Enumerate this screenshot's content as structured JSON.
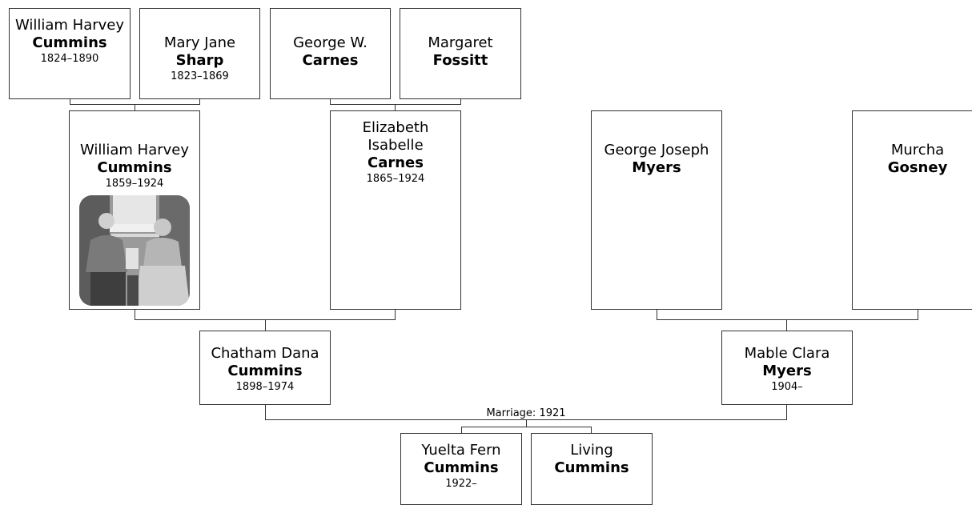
{
  "persons": {
    "ggp1": {
      "given": "William Harvey",
      "surname": "Cummins",
      "dates": "1824–1890"
    },
    "ggp2": {
      "given": "Mary Jane",
      "surname": "Sharp",
      "dates": "1823–1869"
    },
    "ggp3": {
      "given": "George W.",
      "surname": "Carnes",
      "dates": ""
    },
    "ggp4": {
      "given": "Margaret",
      "surname": "Fossitt",
      "dates": ""
    },
    "gp1": {
      "given": "William Harvey",
      "surname": "Cummins",
      "dates": "1859–1924"
    },
    "gp2": {
      "given": "Elizabeth Isabelle",
      "surname": "Carnes",
      "dates": "1865–1924"
    },
    "gp3": {
      "given": "George Joseph",
      "surname": "Myers",
      "dates": ""
    },
    "gp4": {
      "given": "Murcha",
      "surname": "Gosney",
      "dates": ""
    },
    "father": {
      "given": "Chatham Dana",
      "surname": "Cummins",
      "dates": "1898–1974"
    },
    "mother": {
      "given": "Mable Clara",
      "surname": "Myers",
      "dates": "1904–"
    },
    "child1": {
      "given": "Yuelta Fern",
      "surname": "Cummins",
      "dates": "1922–"
    },
    "child2": {
      "given": "Living",
      "surname": "Cummins",
      "dates": ""
    }
  },
  "marriage_label": "Marriage: 1921",
  "colors": {
    "border": "#333333",
    "background": "#ffffff"
  }
}
